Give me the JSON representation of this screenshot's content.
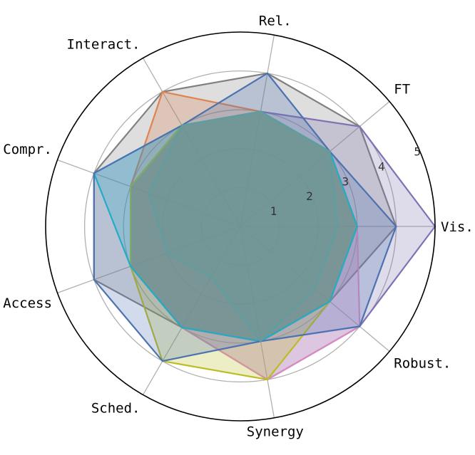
{
  "chart_data": {
    "type": "radar",
    "title": "",
    "axes": [
      "Vis.",
      "FT",
      "Rel.",
      "Interact.",
      "Compr.",
      "Access",
      "Sched.",
      "Synergy",
      "Robust."
    ],
    "rlim": [
      0,
      5
    ],
    "rticks": [
      1,
      2,
      3,
      4,
      5
    ],
    "grid": true,
    "series": [
      {
        "color": "#808080",
        "values": [
          4,
          4,
          4,
          4,
          4,
          4,
          3,
          3,
          3
        ]
      },
      {
        "color": "#dd8452",
        "values": [
          3,
          3,
          3,
          4,
          3,
          3,
          3,
          3,
          3
        ]
      },
      {
        "color": "#55a868",
        "values": [
          3,
          3,
          3,
          3,
          3,
          3,
          3,
          3,
          3
        ]
      },
      {
        "color": "#c44e52",
        "values": [
          3,
          3,
          3,
          3,
          3,
          3,
          3,
          3,
          3
        ]
      },
      {
        "color": "#8172b3",
        "values": [
          5,
          4,
          3,
          3,
          3,
          3,
          3,
          4,
          4
        ]
      },
      {
        "color": "#da8bc3",
        "values": [
          3,
          3,
          3,
          3,
          3,
          3,
          3,
          4,
          4
        ]
      },
      {
        "color": "#937860",
        "values": [
          3,
          3,
          3,
          3,
          3,
          3,
          3,
          3,
          3
        ]
      },
      {
        "color": "#bcbd22",
        "values": [
          3,
          3,
          3,
          3,
          3,
          3,
          4,
          4,
          3
        ]
      },
      {
        "color": "#17becf",
        "values": [
          3,
          3,
          3,
          3,
          4,
          3,
          3,
          3,
          3
        ]
      },
      {
        "color": "#4c72b0",
        "values": [
          4,
          3,
          4,
          3,
          4,
          4,
          4,
          3,
          4
        ]
      },
      {
        "color": "#5f9ea0",
        "values": [
          2.5,
          3,
          3,
          3,
          2.5,
          2,
          1.5,
          3,
          2.5
        ]
      }
    ]
  }
}
